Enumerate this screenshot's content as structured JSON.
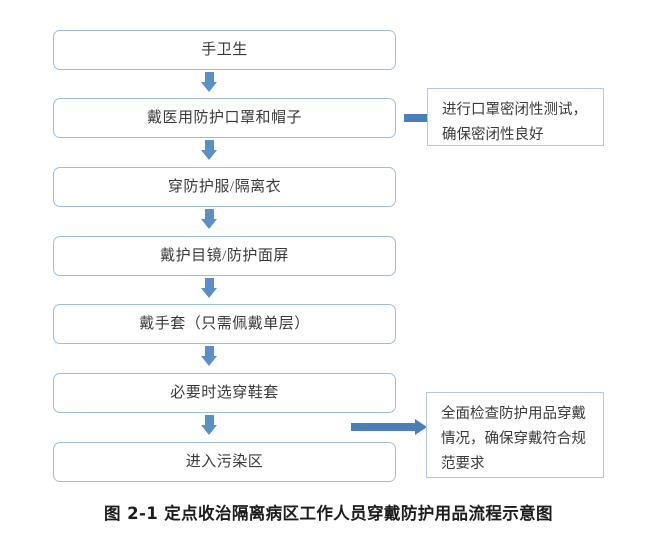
{
  "figure": {
    "caption": "图 2-1 定点收治隔离病区工作人员穿戴防护用品流程示意图",
    "colors": {
      "box_border": "#9dbdde",
      "note_border": "#b4c7dd",
      "arrow_down": "#5b8fc7",
      "arrow_right": "#4a7fba",
      "text": "#3a3a3a",
      "caption_text": "#1c1c1c",
      "background": "#ffffff"
    }
  },
  "flow": {
    "steps": [
      {
        "index": 1,
        "label": "手卫生"
      },
      {
        "index": 2,
        "label": "戴医用防护口罩和帽子"
      },
      {
        "index": 3,
        "label": "穿防护服/隔离衣"
      },
      {
        "index": 4,
        "label": "戴护目镜/防护面屏"
      },
      {
        "index": 5,
        "label": "戴手套（只需佩戴单层）"
      },
      {
        "index": 6,
        "label": "必要时选穿鞋套"
      },
      {
        "index": 7,
        "label": "进入污染区"
      }
    ],
    "connectors": [
      {
        "from": 1,
        "to": 2,
        "direction": "down"
      },
      {
        "from": 2,
        "to": 3,
        "direction": "down"
      },
      {
        "from": 3,
        "to": 4,
        "direction": "down"
      },
      {
        "from": 4,
        "to": 5,
        "direction": "down"
      },
      {
        "from": 5,
        "to": 6,
        "direction": "down"
      },
      {
        "from": 6,
        "to": 7,
        "direction": "down"
      }
    ]
  },
  "notes": [
    {
      "id": "mask-fit-test",
      "attached_to_step": 2,
      "direction": "right",
      "lines": [
        "进行口罩密闭性测试，",
        "确保密闭性良好"
      ]
    },
    {
      "id": "ppe-full-check",
      "attached_to_step": 7,
      "direction": "right",
      "lines": [
        "全面检查防护用品穿戴",
        "情况，确保穿戴符合规",
        "范要求"
      ]
    }
  ]
}
